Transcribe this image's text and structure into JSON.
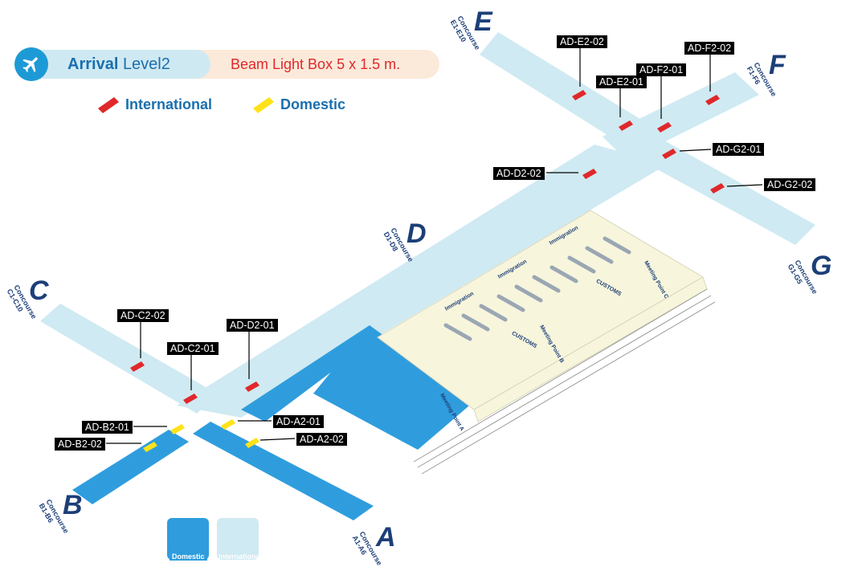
{
  "header": {
    "title_bold": "Arrival",
    "title_rest": "Level2",
    "subtitle": "Beam Light Box 5 x 1.5 m."
  },
  "legend": {
    "international": "International",
    "domestic": "Domestic"
  },
  "colors": {
    "international_box": "#e0282b",
    "domestic_box": "#ffe21a",
    "domestic_area": "#2f9ddd",
    "international_area": "#cfeaf2",
    "arrival_hall": "#f7f5dc",
    "label_dark": "#1c3f78"
  },
  "concourses": {
    "A": {
      "letter": "A",
      "name": "Concourse",
      "gates": "A1-A6"
    },
    "B": {
      "letter": "B",
      "name": "Concourse",
      "gates": "B1-B6"
    },
    "C": {
      "letter": "C",
      "name": "Concourse",
      "gates": "C1-C10"
    },
    "D": {
      "letter": "D",
      "name": "Concourse",
      "gates": "D1-D8"
    },
    "E": {
      "letter": "E",
      "name": "Concourse",
      "gates": "E1-E10"
    },
    "F": {
      "letter": "F",
      "name": "Concourse",
      "gates": "F1-F6"
    },
    "G": {
      "letter": "G",
      "name": "Concourse",
      "gates": "G1-G5"
    }
  },
  "light_boxes": [
    "AD-E2-02",
    "AD-F2-02",
    "AD-F2-01",
    "AD-E2-01",
    "AD-G2-01",
    "AD-G2-02",
    "AD-D2-02",
    "AD-C2-02",
    "AD-D2-01",
    "AD-C2-01",
    "AD-B2-01",
    "AD-A2-01",
    "AD-B2-02",
    "AD-A2-02"
  ],
  "areas": {
    "immigration": "Immigration",
    "customs": "CUSTOMS",
    "meeting_a": "Meeting Point A",
    "meeting_b": "Meeting Point B",
    "meeting_c": "Meeting Point C"
  },
  "footer_legend": {
    "domestic": "Domestic",
    "international": "International"
  }
}
